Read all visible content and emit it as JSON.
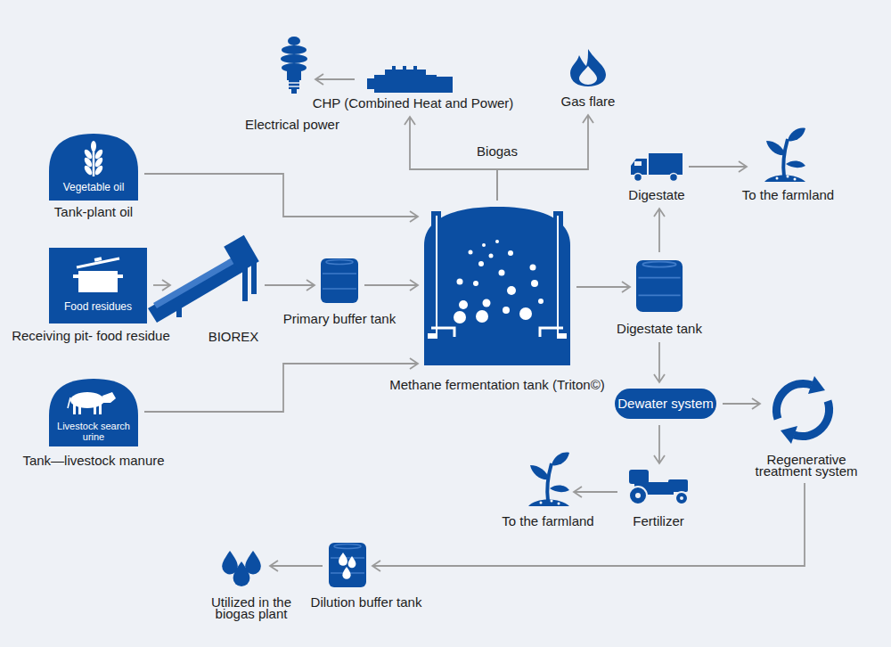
{
  "diagram": {
    "nodes": [
      {
        "text": [
          "Vegetable oil",
          "Tank-plant oil"
        ]
      },
      {
        "text": [
          "Food residues",
          "Receiving pit- food residue"
        ]
      },
      {
        "text": [
          "Livestock search urine",
          "Tank—livestock manure"
        ]
      },
      {
        "text": [
          "BIOREX"
        ]
      },
      {
        "text": [
          "Primary buffer tank"
        ]
      },
      {
        "text": [
          "Methane fermentation tank (Triton©)"
        ]
      },
      {
        "text": [
          "CHP (Combined Heat and Power)"
        ]
      },
      {
        "text": [
          "Electrical power"
        ]
      },
      {
        "text": [
          "Gas flare"
        ]
      },
      {
        "text": [
          "Digestate"
        ]
      },
      {
        "text": [
          "To the farmland"
        ]
      },
      {
        "text": [
          "Digestate tank"
        ]
      },
      {
        "text": [
          "Dewater system"
        ]
      },
      {
        "text": [
          "Regenerative treatment system"
        ]
      },
      {
        "text": [
          "Fertilizer"
        ]
      },
      {
        "text": [
          "To the farmland"
        ]
      },
      {
        "text": [
          "Dilution buffer tank"
        ]
      },
      {
        "text": [
          "Utilized in the biogas plant"
        ]
      }
    ],
    "edges": [
      {
        "from": 0,
        "to": 5,
        "arrow": "to"
      },
      {
        "from": 1,
        "to": 3,
        "arrow": "to"
      },
      {
        "from": 3,
        "to": 4,
        "arrow": "to"
      },
      {
        "from": 4,
        "to": 5,
        "arrow": "to"
      },
      {
        "from": 2,
        "to": 5,
        "arrow": "to"
      },
      {
        "from": 5,
        "to": 6,
        "label": "Biogas",
        "arrow": "to"
      },
      {
        "from": 5,
        "to": 8,
        "arrow": "to"
      },
      {
        "from": 6,
        "to": 7,
        "arrow": "to"
      },
      {
        "from": 5,
        "to": 11,
        "arrow": "to"
      },
      {
        "from": 11,
        "to": 9,
        "arrow": "to"
      },
      {
        "from": 9,
        "to": 10,
        "arrow": "to"
      },
      {
        "from": 11,
        "to": 12,
        "arrow": "to"
      },
      {
        "from": 12,
        "to": 13,
        "arrow": "to"
      },
      {
        "from": 12,
        "to": 14,
        "arrow": "to"
      },
      {
        "from": 14,
        "to": 15,
        "arrow": "to"
      },
      {
        "from": 13,
        "to": 16,
        "arrow": "to"
      },
      {
        "from": 16,
        "to": 17,
        "arrow": "to"
      }
    ]
  }
}
